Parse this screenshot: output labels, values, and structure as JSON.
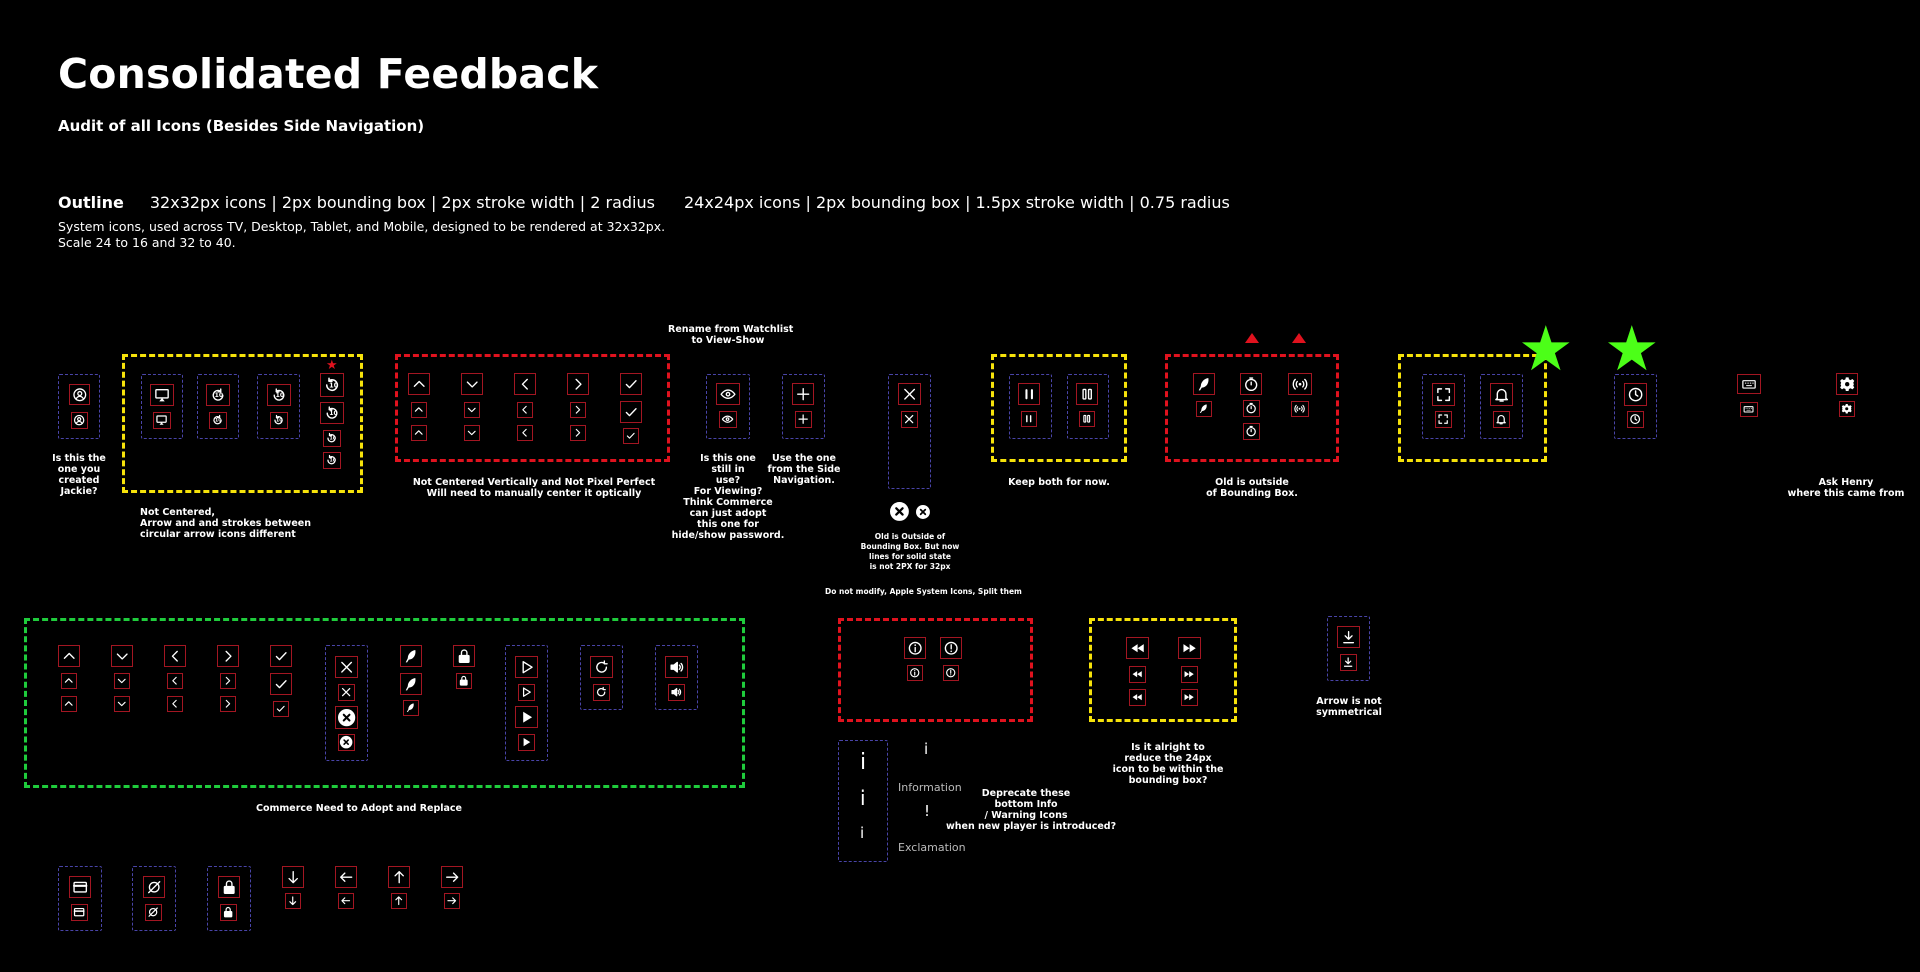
{
  "header": {
    "title": "Consolidated Feedback",
    "subtitle": "Audit of all Icons (Besides Side Navigation)",
    "outline_label": "Outline",
    "spec_32": "32x32px icons | 2px bounding box | 2px stroke width | 2 radius",
    "spec_24": "24x24px icons | 2px bounding box | 1.5px stroke width | 0.75 radius",
    "desc_line1": "System icons, used across TV, Desktop, Tablet, and Mobile, designed to be rendered at 32x32px.",
    "desc_line2": "Scale 24 to 16 and 32 to 40."
  },
  "notes": {
    "jackie": [
      "Is this the",
      "one you",
      "created",
      "Jackie?"
    ],
    "not_centered": [
      "Not Centered,",
      "Arrow and and strokes between",
      "circular arrow icons different"
    ],
    "chevrons": [
      "Not Centered Vertically and Not Pixel Perfect",
      "Will need to manually center it optically"
    ],
    "rename": [
      "Rename from Watchlist",
      "to View-Show"
    ],
    "eye": [
      "Is this one",
      "still in",
      "use?",
      "For Viewing?",
      "Think Commerce",
      "can just adopt",
      "this one for",
      "hide/show password."
    ],
    "plus": [
      "Use the one",
      "from the Side",
      "Navigation."
    ],
    "close_old": [
      "Old is Outside of",
      "Bounding Box. But now",
      "lines for solid state",
      "is not 2PX for 32px"
    ],
    "apple": [
      "Do not modify, Apple System Icons, Split them"
    ],
    "keep": [
      "Keep both for now."
    ],
    "old_outside": [
      "Old is outside",
      "of Bounding Box."
    ],
    "henry": [
      "Ask Henry",
      "where this came from"
    ],
    "commerce": [
      "Commerce Need to Adopt and Replace"
    ],
    "reduce": [
      "Is it alright to",
      "reduce the 24px",
      "icon to be within the",
      "bounding box?"
    ],
    "arrow_sym": [
      "Arrow is not",
      "symmetrical"
    ],
    "deprecate": [
      "Deprecate these",
      "bottom Info",
      "/ Warning Icons",
      "when new player is introduced?"
    ],
    "information": "Information",
    "exclamation": "Exclamation",
    "glyph_i": "i",
    "glyph_ex": "!"
  },
  "icons": [
    "user-icon",
    "airplay-icon",
    "rewind-10-icon",
    "forward-10-icon",
    "circular-arrow-icon",
    "chevron-up-icon",
    "chevron-down-icon",
    "chevron-left-icon",
    "chevron-right-icon",
    "check-icon",
    "eye-icon",
    "plus-icon",
    "close-icon",
    "close-circle-icon",
    "pause-icon",
    "feather-icon",
    "timer-icon",
    "broadcast-icon",
    "fullscreen-icon",
    "bell-icon",
    "clock-icon",
    "keyboard-icon",
    "gear-icon",
    "play-icon",
    "play-filled-icon",
    "refresh-icon",
    "volume-icon",
    "lock-icon",
    "credit-card-icon",
    "eye-off-icon",
    "arrow-down-icon",
    "arrow-left-icon",
    "arrow-up-icon",
    "arrow-right-icon",
    "info-icon",
    "skip-back-icon",
    "skip-forward-icon",
    "download-icon",
    "star-icon",
    "warning-triangle-icon"
  ],
  "colors": {
    "background": "#000000",
    "yellow_group": "#f6e20a",
    "red_group": "#e0121e",
    "green_group": "#1fcc3c",
    "bounding_box": "#4944a8",
    "icon_frame": "#a31622",
    "approved_star": "#4cff18"
  }
}
